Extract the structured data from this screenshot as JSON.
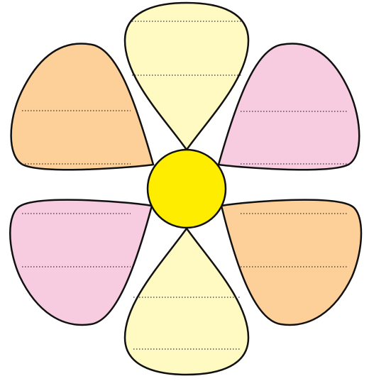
{
  "diagram": {
    "kind": "flower-petal-worksheet",
    "colors": {
      "yellow_petal": "#fff9c2",
      "orange_petal": "#fdd09a",
      "pink_petal": "#f7cbe0",
      "center": "#ffed00",
      "outline": "#111111"
    },
    "petals": [
      {
        "id": "top",
        "fill": "yellow",
        "lines": 2
      },
      {
        "id": "upper-right",
        "fill": "pink",
        "lines": 2
      },
      {
        "id": "lower-right",
        "fill": "orange",
        "lines": 2
      },
      {
        "id": "bottom",
        "fill": "yellow",
        "lines": 2
      },
      {
        "id": "lower-left",
        "fill": "pink",
        "lines": 2
      },
      {
        "id": "upper-left",
        "fill": "orange",
        "lines": 2
      }
    ]
  }
}
